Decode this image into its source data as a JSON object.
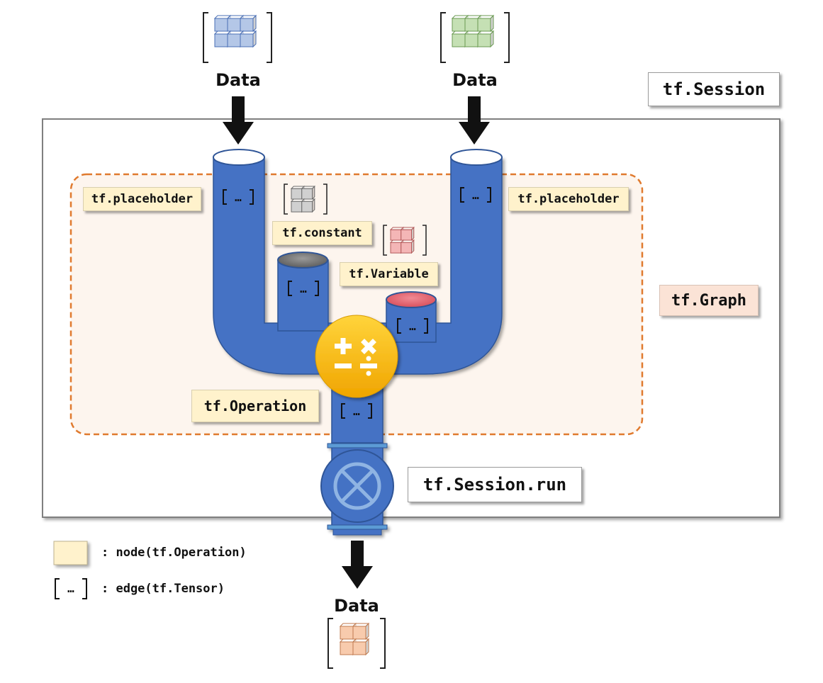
{
  "inputs": {
    "left_label": "Data",
    "right_label": "Data"
  },
  "output": {
    "label": "Data"
  },
  "session": {
    "label": "tf.Session",
    "run_label": "tf.Session.run"
  },
  "graph": {
    "label": "tf.Graph"
  },
  "nodes": {
    "placeholder_left": "tf.placeholder",
    "placeholder_right": "tf.placeholder",
    "constant": "tf.constant",
    "variable": "tf.Variable",
    "operation": "tf.Operation"
  },
  "edge_symbol": "[…]",
  "legend": {
    "node_text": ": node(tf.Operation)",
    "edge_text": ": edge(tf.Tensor)"
  },
  "colors": {
    "pipe": "#4472c4",
    "pipe_dark": "#2f4f8f",
    "node_fill": "#fff2cc",
    "graph_border": "#e07a2e",
    "graph_fill": "#fdf5ee",
    "tensor_blue": "#b4c7e7",
    "tensor_green": "#c5e0b4",
    "tensor_gray": "#d0d0d0",
    "tensor_red": "#f4b6b6",
    "tensor_orange": "#f8cbad",
    "op_gold": "#f5b800"
  },
  "icons": [
    "arrow-down-icon",
    "tensor-cube-icon",
    "math-operations-icon",
    "valve-icon"
  ]
}
